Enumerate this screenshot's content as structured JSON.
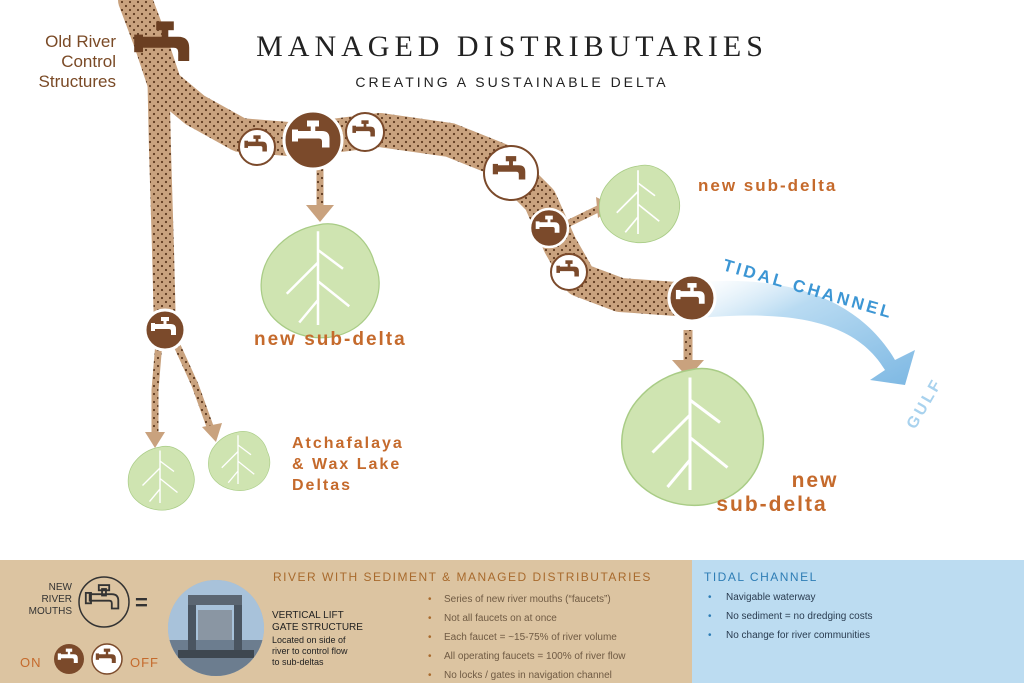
{
  "header": {
    "title": "MANAGED DISTRIBUTARIES",
    "subtitle": "CREATING A SUSTAINABLE DELTA"
  },
  "labels": {
    "source": [
      "Old River",
      "Control",
      "Structures"
    ],
    "sub_delta_top": "new sub-delta",
    "sub_delta_middle": "new sub-delta",
    "sub_delta_bottom": [
      "new",
      "sub-delta"
    ],
    "atchafalaya": [
      "Atchafalaya",
      "& Wax Lake",
      "Deltas"
    ],
    "tidal_channel": "TIDAL CHANNEL",
    "gulf": "GULF"
  },
  "legend": {
    "new_river_mouths": [
      "NEW",
      "RIVER",
      "MOUTHS"
    ],
    "equals": "=",
    "on_label": "ON",
    "off_label": "OFF",
    "gate_title": [
      "VERTICAL LIFT",
      "GATE STRUCTURE"
    ],
    "gate_desc": [
      "Located on side of",
      "river to control flow",
      "to sub-deltas"
    ],
    "river_heading": "RIVER WITH SEDIMENT & MANAGED DISTRIBUTARIES",
    "river_points": [
      "Series of new river mouths (“faucets”)",
      "Not all faucets on at once",
      "Each faucet = ~15-75% of river volume",
      "All operating faucets = 100% of river flow",
      "No locks / gates in navigation channel"
    ],
    "tidal_heading": "TIDAL CHANNEL",
    "tidal_points": [
      "Navigable waterway",
      "No sediment = no dredging costs",
      "No change for river communities"
    ]
  },
  "colors": {
    "river": "#c9a27e",
    "faucet_on": "#7b4a2b",
    "faucet_off": "#ffffff",
    "delta": "#cfe4b1",
    "label": "#c56a2c",
    "tidal": "#9fcbeb"
  }
}
